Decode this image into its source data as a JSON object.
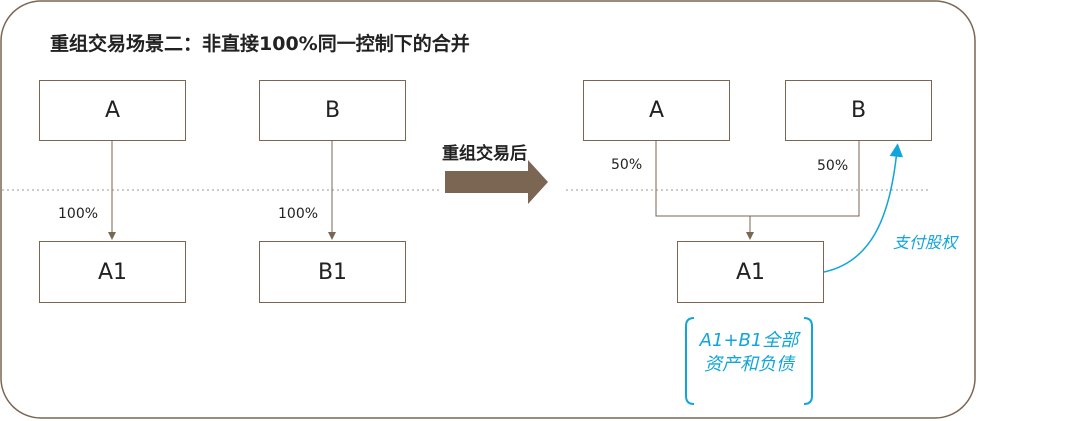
{
  "title": "重组交易场景二：非直接100%同一控制下的合并",
  "before": {
    "parent_a": "A",
    "parent_b": "B",
    "child_a1": "A1",
    "child_b1": "B1",
    "pct_a_a1": "100%",
    "pct_b_b1": "100%"
  },
  "transition_label": "重组交易后",
  "after": {
    "parent_a": "A",
    "parent_b": "B",
    "child_a1": "A1",
    "pct_a": "50%",
    "pct_b": "50%",
    "payment_label": "支付股权",
    "note_line1": "A1+B1全部",
    "note_line2": "资产和负债"
  },
  "colors": {
    "frame": "#7b6654",
    "arrow": "#7b6654",
    "transition_arrow": "#7b6654",
    "accent_blue": "#12a5dc",
    "dotted": "#9a9a9a"
  }
}
